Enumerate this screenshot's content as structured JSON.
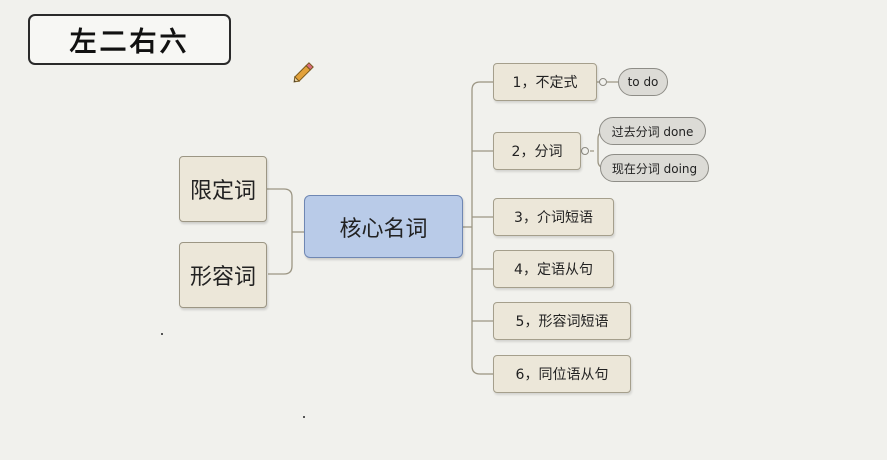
{
  "title": "左二右六",
  "central": "核心名词",
  "left_nodes": [
    "限定词",
    "形容词"
  ],
  "right_nodes": [
    "1，不定式",
    "2，分词",
    "3，介词短语",
    "4，定语从句",
    "5，形容词短语",
    "6，同位语从句"
  ],
  "leaves": {
    "infinitive": "to do",
    "past_participle": "过去分词 done",
    "present_participle": "现在分词 doing"
  },
  "icons": {
    "pencil": "pencil-icon"
  },
  "colors": {
    "background": "#f1f1ed",
    "central_fill": "#b9cbe8",
    "node_fill": "#ece7d9",
    "leaf_fill": "#dcdbd6",
    "line": "#9c9684"
  }
}
